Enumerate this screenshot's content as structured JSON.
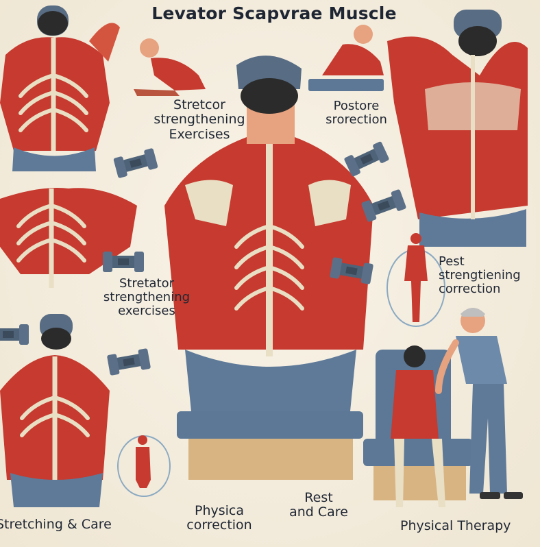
{
  "title": "Levator Scapvrae Muscle",
  "labels": {
    "stretch_strength_1": [
      "Stretcor",
      "strengthening",
      "Exercises"
    ],
    "posture_1": [
      "Postore",
      "srorection"
    ],
    "stretch_strength_2": [
      "Stretator",
      "strengthening",
      "exercises"
    ],
    "rest_strength": [
      "Pest",
      "strengtiening",
      "correction"
    ],
    "physica_correction": [
      "Physica",
      "correction"
    ],
    "rest_care": [
      "Rest",
      "and Care"
    ],
    "stretching_care": "Stretching & Care",
    "physical_therapy": "Physical Therapy"
  },
  "colors": {
    "muscle": "#c63a2f",
    "muscle_dark": "#9e2b22",
    "bone": "#e9dfc4",
    "skin": "#e7a27f",
    "shorts": "#5f7a99",
    "cap": "#586c83",
    "dumbbell": "#4f6378",
    "bench": "#5c7896",
    "wood": "#d9b483",
    "therapist_shirt": "#6d8aab",
    "text": "#1f2633"
  },
  "icons": [
    "dumbbell-icon",
    "anatomy-figure",
    "treatment-bench",
    "therapist-figure"
  ]
}
